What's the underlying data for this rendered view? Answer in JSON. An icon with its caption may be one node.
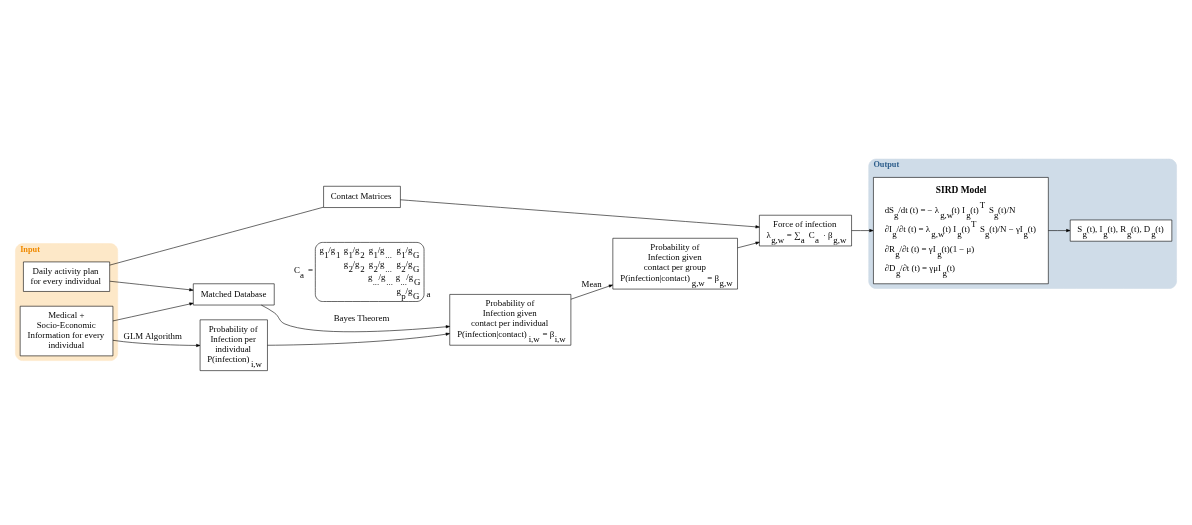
{
  "diagram": {
    "nodes": [
      {
        "text": [
          "Input"
        ]
      },
      {
        "text": [
          "Daily activity plan for every individual"
        ],
        "in": 0
      },
      {
        "text": [
          "Medical + Socio-Economic Information for every individual"
        ],
        "in": 0
      },
      {
        "text": [
          "Contact Matrices"
        ]
      },
      {
        "text": [
          "Matched Database"
        ]
      },
      {
        "text": [
          "Probability of Infection per individual",
          "P(infection)$_{i,w}$"
        ]
      },
      {
        "text": [
          "Probability of Infection given contact per individual",
          "P(infection|contact)$_{i,w}$ = β$_{i,w}$"
        ]
      },
      {
        "text": [
          "Probability of Infection given contact per group",
          "P(infection|contact)$_{g,w}$ = β$_{g,w}$"
        ]
      },
      {
        "text": [
          "Force of infection",
          "λ$_{g,w}$ = ∑$_{a}$ C$_{a}$ · β$_{g,w}$"
        ]
      },
      {
        "text": [
          "Output"
        ]
      },
      {
        "text": [
          "SIRD Model",
          "dS$_{g}$/dt (t) = − λ$_{g,w}$(t) I$_{g}$(t)$^{T}$ S$_{g}$(t)/N",
          "∂I$_{g}$/∂t (t) = λ$_{g,w}$(t) I$_{g}$(t)$^{T}$ S$_{g}$(t)/N − γI$_{g}$(t)",
          "∂R$_{g}$/∂t (t) = γI$_{g}$(t)(1 − μ)",
          "∂D$_{g}$/∂t (t) = γμI$_{g}$(t)"
        ],
        "in": 9
      },
      {
        "text": [
          "S$_{g}$(t), I$_{g}$(t), R$_{g}$(t), D$_{g}$(t)"
        ],
        "in": 9
      }
    ],
    "edges": [
      {
        "from": 1,
        "to": 3,
        "arrow": "none"
      },
      {
        "from": 3,
        "to": 8,
        "arrow": "to"
      },
      {
        "from": 1,
        "to": 4,
        "arrow": "to"
      },
      {
        "from": 2,
        "to": 4,
        "arrow": "to"
      },
      {
        "from": 2,
        "to": 5,
        "arrow": "to",
        "label": "GLM Algorithm"
      },
      {
        "from": 4,
        "to": 6,
        "arrow": "to",
        "label": "Bayes Theorem"
      },
      {
        "from": 5,
        "to": 6,
        "arrow": "to"
      },
      {
        "from": 6,
        "to": 7,
        "arrow": "to",
        "label": "Mean"
      },
      {
        "from": 7,
        "to": 8,
        "arrow": "to"
      },
      {
        "from": 8,
        "to": 10,
        "arrow": "to"
      },
      {
        "from": 10,
        "to": 11,
        "arrow": "to"
      }
    ],
    "labels": [
      "C$_{a}$ =",
      "g$_{1}$/g$_{1}$",
      "g$_{1}$/g$_{2}$",
      "g$_{1}$/g$_{...}$",
      "g$_{1}$/g$_{G}$",
      "g$_{2}$/g$_{2}$",
      "g$_{2}$/g$_{...}$",
      "g$_{2}$/g$_{G}$",
      "g$_{...}$/g$_{...}$",
      "g$_{...}$/g$_{G}$",
      "g$_{p}$/g$_{G}$",
      "a"
    ]
  }
}
